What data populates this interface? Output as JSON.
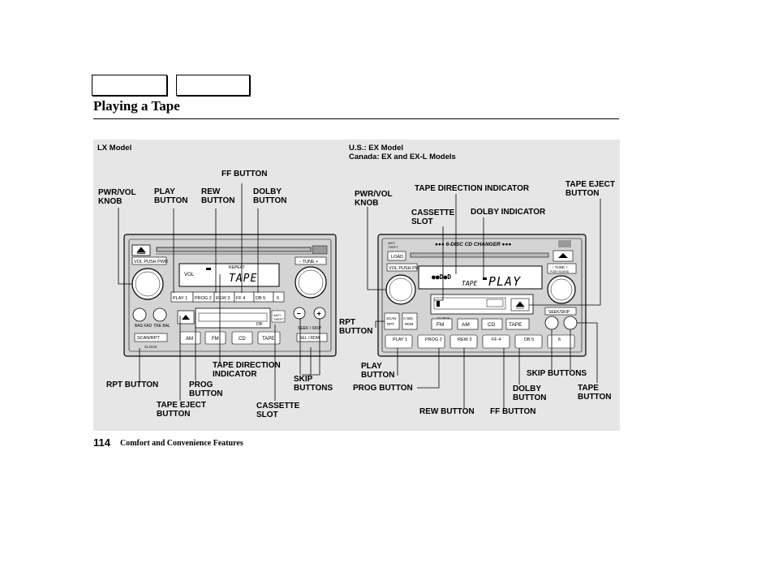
{
  "page": {
    "title": "Playing a Tape",
    "number": "114",
    "section": "Comfort and Convenience Features"
  },
  "figure": {
    "lx_model": "LX Model",
    "ex_model": "U.S.: EX Model\nCanada: EX and EX-L Models",
    "lx_labels": {
      "pwr_vol_knob": "PWR/VOL\nKNOB",
      "play_button": "PLAY\nBUTTON",
      "rew_button": "REW\nBUTTON",
      "ff_button": "FF BUTTON",
      "dolby_button": "DOLBY\nBUTTON",
      "rpt_button": "RPT BUTTON",
      "prog_button": "PROG\nBUTTON",
      "tape_direction_indicator": "TAPE DIRECTION\nINDICATOR",
      "skip_buttons": "SKIP\nBUTTONS",
      "tape_eject_button": "TAPE EJECT\nBUTTON",
      "cassette_slot": "CASSETTE\nSLOT"
    },
    "ex_labels": {
      "pwr_vol_knob": "PWR/VOL\nKNOB",
      "tape_direction_indicator": "TAPE DIRECTION INDICATOR",
      "tape_eject_button": "TAPE EJECT\nBUTTON",
      "cassette_slot": "CASSETTE\nSLOT",
      "dolby_indicator": "DOLBY INDICATOR",
      "rpt_button": "RPT\nBUTTON",
      "play_button": "PLAY\nBUTTON",
      "prog_button": "PROG BUTTON",
      "skip_buttons": "SKIP BUTTONS",
      "tape_button": "TAPE\nBUTTON",
      "dolby_button": "DOLBY\nBUTTON",
      "rew_button": "REW BUTTON",
      "ff_button": "FF BUTTON"
    },
    "lx_radio": {
      "vol_pwr": "VOL PUSH PWR",
      "tune": "− TUNE +",
      "display_tape": "TAPE",
      "display_vol": "VOL",
      "repeat": "REPEAT",
      "presets": [
        "PLAY 1",
        "PROG 2",
        "REW 3",
        "FF 4",
        "DB 5",
        "6"
      ],
      "bas_fad": "BAS\nFAD",
      "tre_bal": "TRE\nBAL",
      "scan_rpt": "SCAN/RPT",
      "clock": "CLOCK",
      "am": "AM",
      "fm": "FM",
      "cd": "CD",
      "tape": "TAPE",
      "anti_theft": "ANTI\nTHEFT",
      "seek_skip": "SEEK / SKIP",
      "sel_rdm": "SEL / RDM"
    },
    "ex_radio": {
      "anti_theft": "ANTI\nTHEFT",
      "changer": "6-DISC CD CHANGER",
      "load": "LOAD",
      "vol_pwr": "VOL PUSH PWR",
      "tune": "− TUNE +\nPUSH SOUND",
      "display_tape": "TAPE",
      "display_play": "PLAY",
      "scan_rpt": "SCAN\nRPT",
      "asel_rdm": "A.SEL\nRDM",
      "clock": "CLOCK",
      "fm": "FM",
      "am": "AM",
      "cd": "CD",
      "tape": "TAPE",
      "seek_skip": "SEEK/SKIP",
      "presets": [
        "PLAY 1",
        "PROG 2",
        "REW 3",
        "FF 4",
        "DB 5",
        "6"
      ]
    }
  }
}
